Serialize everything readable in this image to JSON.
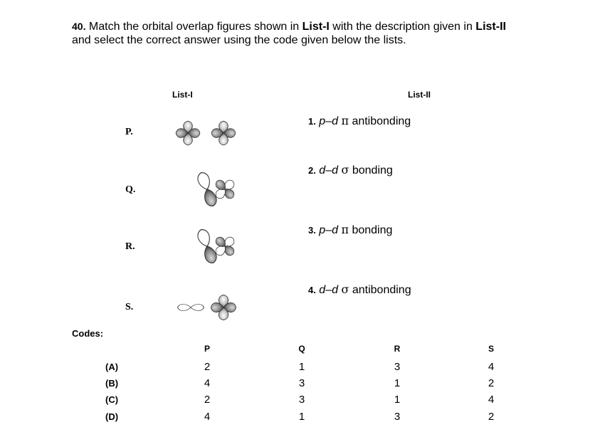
{
  "question": {
    "number": "40.",
    "text_1": " Match the orbital overlap figures shown in ",
    "list1": "List-I",
    "text_2": " with the description given in ",
    "list2": "List-II",
    "text_3": "and select the correct answer using the code given below the lists."
  },
  "list_i": {
    "heading": "List-I",
    "items": [
      {
        "label": "P.",
        "figure": "d-d-lobes-side-by-side-icon"
      },
      {
        "label": "Q.",
        "figure": "p-d-lobes-icon"
      },
      {
        "label": "R.",
        "figure": "p-d-lobes-icon"
      },
      {
        "label": "S.",
        "figure": "p-d-lobes-end-on-icon"
      }
    ]
  },
  "list_ii": {
    "heading": "List-II",
    "items": [
      {
        "num": "1.",
        "a": "p",
        "b": "d",
        "bond": "π",
        "type": "antibonding"
      },
      {
        "num": "2.",
        "a": "d",
        "b": "d",
        "bond": "σ",
        "type": "bonding"
      },
      {
        "num": "3.",
        "a": "p",
        "b": "d",
        "bond": "π",
        "type": "bonding"
      },
      {
        "num": "4.",
        "a": "d",
        "b": "d",
        "bond": "σ",
        "type": "antibonding"
      }
    ]
  },
  "codes": {
    "label": "Codes:",
    "columns": [
      "P",
      "Q",
      "R",
      "S"
    ],
    "options": [
      {
        "label": "(A)",
        "values": [
          "2",
          "1",
          "3",
          "4"
        ]
      },
      {
        "label": "(B)",
        "values": [
          "4",
          "3",
          "1",
          "2"
        ]
      },
      {
        "label": "(C)",
        "values": [
          "2",
          "3",
          "1",
          "4"
        ]
      },
      {
        "label": "(D)",
        "values": [
          "4",
          "1",
          "3",
          "2"
        ]
      }
    ]
  }
}
